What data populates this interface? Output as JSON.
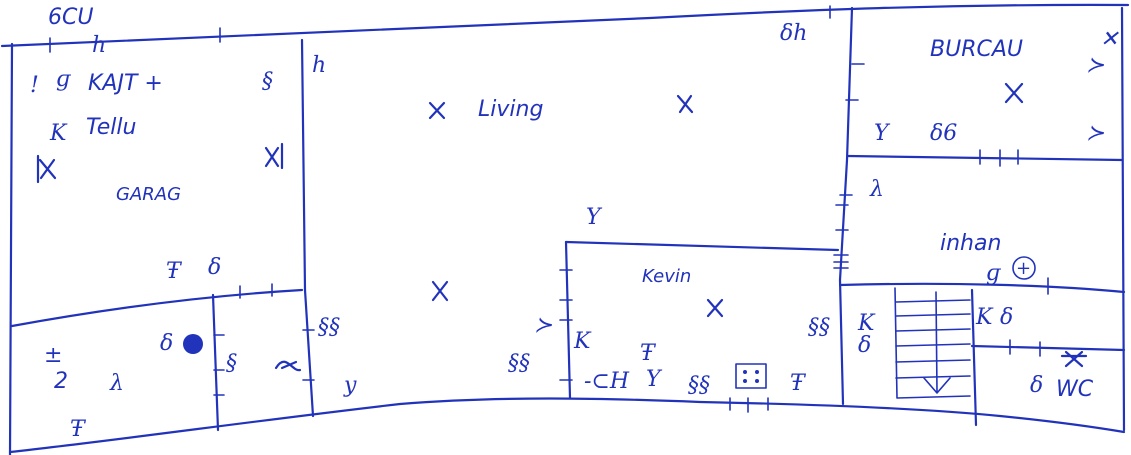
{
  "rooms": {
    "top_note": "6CU",
    "kajt_line1": "KAJT +",
    "kajt_line2": "Tellu",
    "garage": "GARAG",
    "living": "Living",
    "burcau": "BURCAU",
    "inhan": "inhan",
    "kevin": "Kevin",
    "room2": "2",
    "wc": "WC"
  },
  "ink_color": "#2233bb"
}
